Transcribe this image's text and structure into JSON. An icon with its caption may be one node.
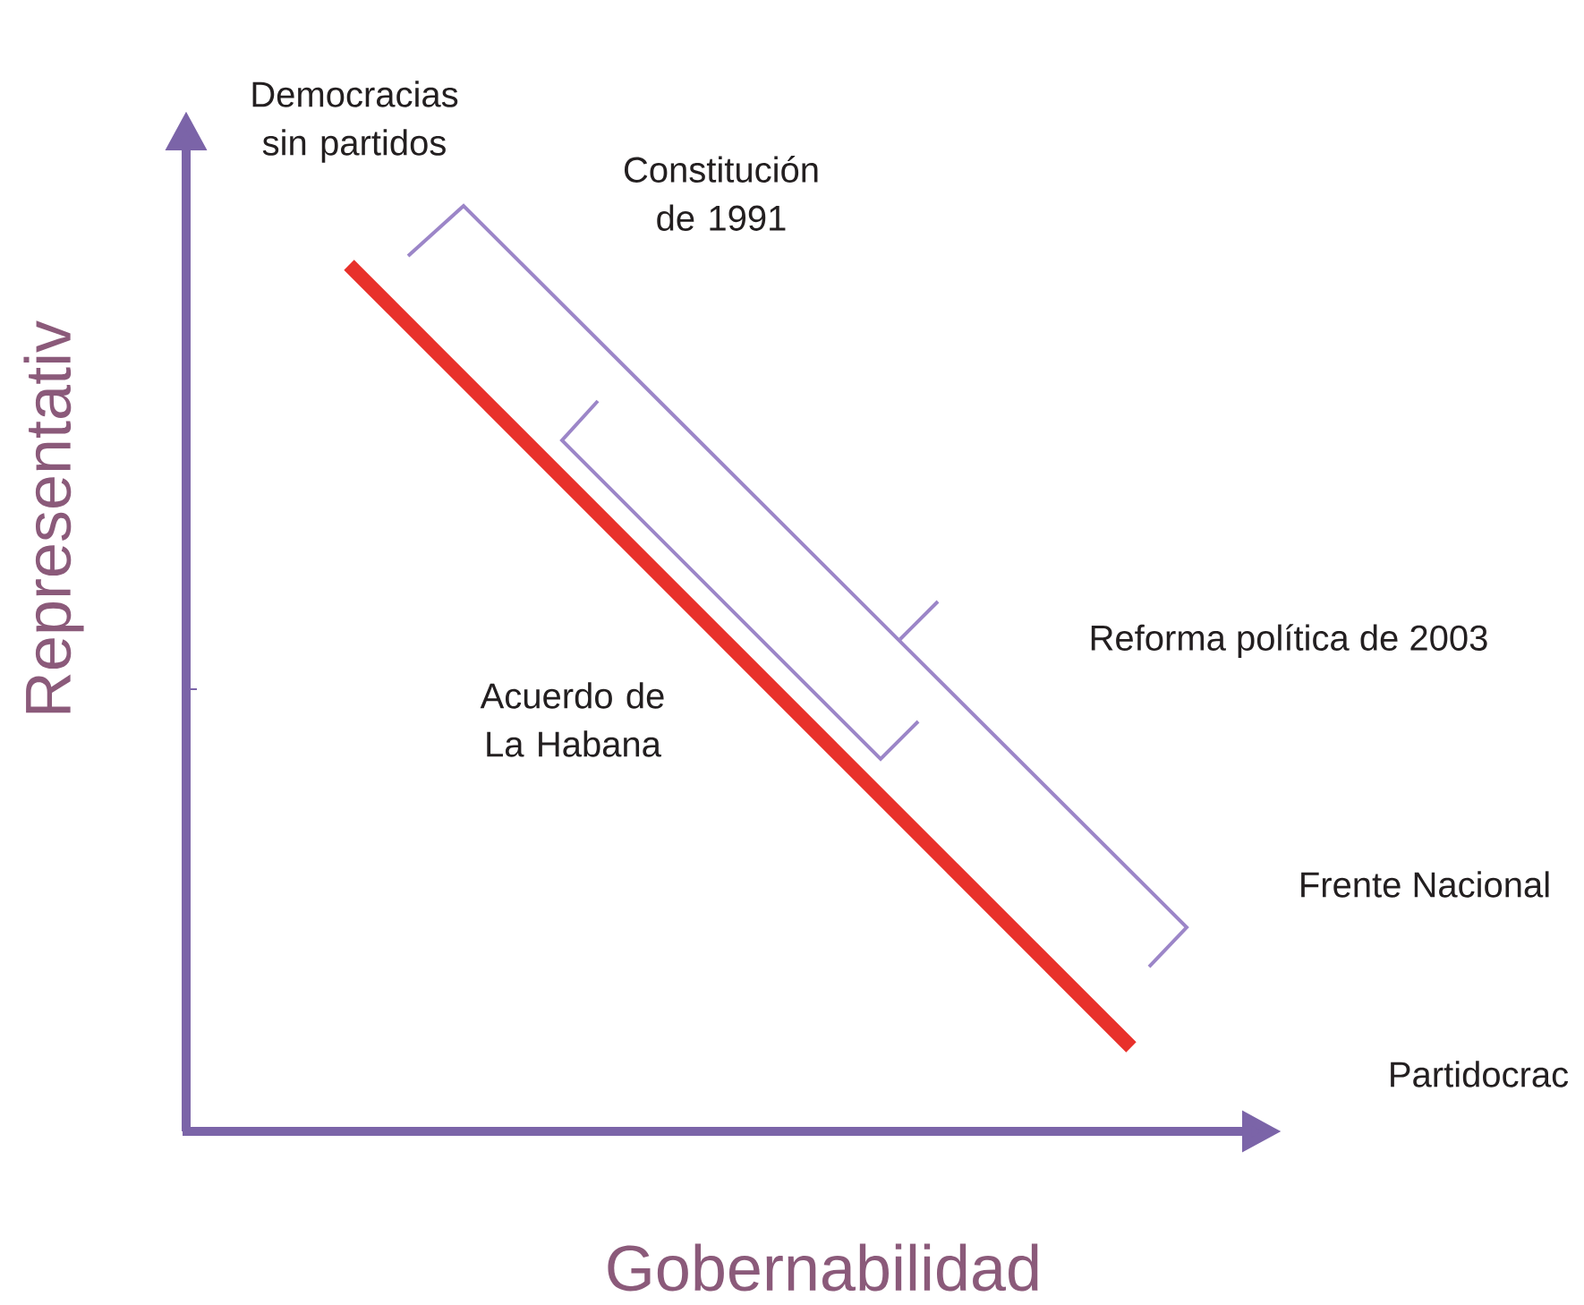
{
  "diagram": {
    "labels": [
      "Democracias sin partidos",
      "Constitución de 1991",
      "Representativ",
      "Reforma política de 2003",
      "Acuerdo de La Habana",
      "Frente Nacional",
      "Partidocrac",
      "Gobernabilidad"
    ]
  }
}
